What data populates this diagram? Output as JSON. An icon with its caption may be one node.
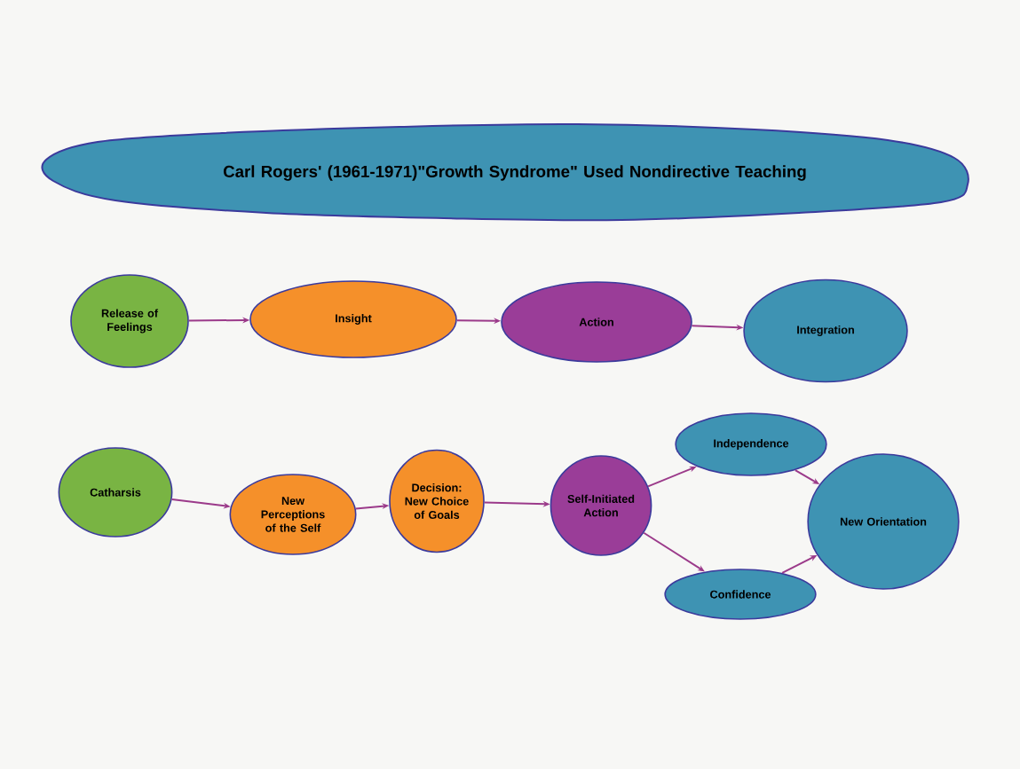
{
  "diagram": {
    "nodes": [
      {
        "text": [
          "Carl Rogers' (1961-1971)\"Growth Syndrome\" Used Nondirective Teaching"
        ]
      },
      {
        "text": [
          "Release of Feelings"
        ]
      },
      {
        "text": [
          "Insight"
        ]
      },
      {
        "text": [
          "Action"
        ]
      },
      {
        "text": [
          "Integration"
        ]
      },
      {
        "text": [
          "Catharsis"
        ]
      },
      {
        "text": [
          "New Perceptions of the Self"
        ]
      },
      {
        "text": [
          "Decision: New Choice of Goals"
        ]
      },
      {
        "text": [
          "Self-Initiated Action"
        ]
      },
      {
        "text": [
          "Independence"
        ]
      },
      {
        "text": [
          "Confidence"
        ]
      },
      {
        "text": [
          "New Orientation"
        ]
      }
    ],
    "edges": [
      {
        "from": 1,
        "to": 2,
        "arrow": "to"
      },
      {
        "from": 2,
        "to": 3,
        "arrow": "to"
      },
      {
        "from": 3,
        "to": 4,
        "arrow": "to"
      },
      {
        "from": 5,
        "to": 6,
        "arrow": "to"
      },
      {
        "from": 6,
        "to": 7,
        "arrow": "to"
      },
      {
        "from": 7,
        "to": 8,
        "arrow": "to"
      },
      {
        "from": 8,
        "to": 9,
        "arrow": "to"
      },
      {
        "from": 8,
        "to": 10,
        "arrow": "to"
      },
      {
        "from": 9,
        "to": 11,
        "arrow": "to"
      },
      {
        "from": 10,
        "to": 11,
        "arrow": "to"
      }
    ]
  }
}
